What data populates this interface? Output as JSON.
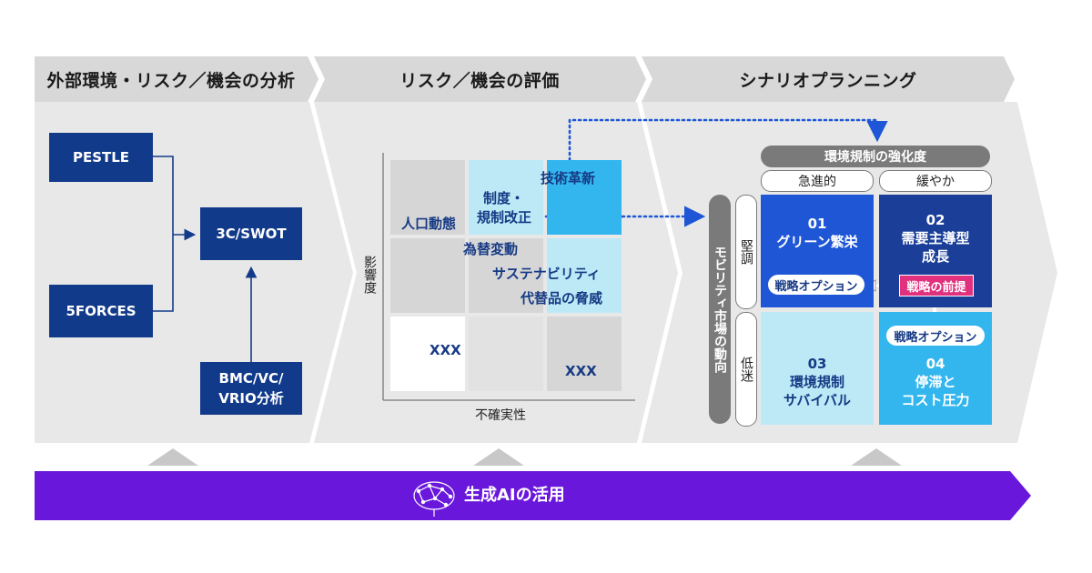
{
  "columns": [
    {
      "title": "外部環境・リスク／機会の分析"
    },
    {
      "title": "リスク／機会の評価"
    },
    {
      "title": "シナリオプランニング"
    }
  ],
  "analysis": {
    "pestle": "PESTLE",
    "forces": "5FORCES",
    "swot": "3C/SWOT",
    "bmc_line1": "BMC/VC/",
    "bmc_line2": "VRIO分析"
  },
  "matrix": {
    "y_axis": "影響度",
    "x_axis": "不確実性",
    "items": {
      "population": "人口動態",
      "regulation_line1": "制度・",
      "regulation_line2": "規制改正",
      "tech": "技術革新",
      "fx": "為替変動",
      "sustainability": "サステナビリティ",
      "substitute": "代替品の脅威",
      "xxx_left": "XXX",
      "xxx_right": "XXX"
    }
  },
  "scenario": {
    "top_header": "環境規制の強化度",
    "col_rapid": "急進的",
    "col_gradual": "緩やか",
    "side_header": "モビリティ市場の動向",
    "row_strong": "堅調",
    "row_weak": "低迷",
    "q1_num": "01",
    "q1_label": "グリーン繁栄",
    "q2_num": "02",
    "q2_line1": "需要主導型",
    "q2_line2": "成長",
    "q3_num": "03",
    "q3_line1": "環境規制",
    "q3_line2": "サバイバル",
    "q4_num": "04",
    "q4_line1": "停滞と",
    "q4_line2": "コスト圧力",
    "option_a": "戦略オプション",
    "premise": "戦略の前提",
    "option_b": "戦略オプション"
  },
  "banner": {
    "label": "生成AIの活用"
  },
  "colors": {
    "navy": "#123a8a",
    "light_blue": "#bde9f7",
    "sky_blue": "#33b6ee",
    "royal_blue": "#1e56d6",
    "dark_blue": "#1b3f99",
    "pink": "#e0307e",
    "purple": "#6a17dc",
    "panel_grey": "#e8e8e8",
    "header_grey": "#d8d8d8"
  }
}
